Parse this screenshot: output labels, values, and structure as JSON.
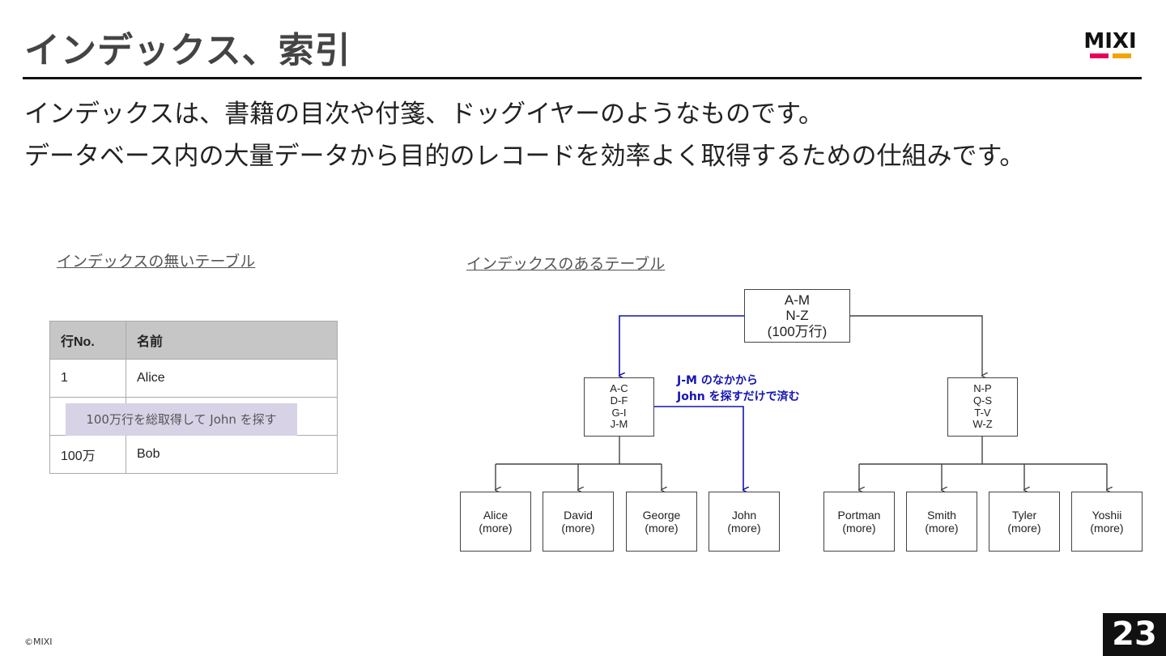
{
  "header": {
    "title": "インデックス、索引",
    "logo_text": "MIXI",
    "logo_colors": [
      "#111111",
      "#e6005a",
      "#f5a300"
    ]
  },
  "intro": {
    "line1": "インデックスは、書籍の目次や付箋、ドッグイヤーのようなものです。",
    "line2": "データベース内の大量データから目的のレコードを効率よく取得するための仕組みです。"
  },
  "no_index": {
    "heading": "インデックスの無いテーブル",
    "columns": [
      "行No.",
      "名前"
    ],
    "rows": [
      {
        "no": "1",
        "name": "Alice"
      },
      {
        "no": "",
        "name": ""
      },
      {
        "no": "100万",
        "name": "Bob"
      }
    ],
    "scan_note": "100万行を総取得して John を探す"
  },
  "with_index": {
    "heading": "インデックスのあるテーブル",
    "root": [
      "A-M",
      "N-Z",
      "(100万行)"
    ],
    "left_node": [
      "A-C",
      "D-F",
      "G-I",
      "J-M"
    ],
    "right_node": [
      "N-P",
      "Q-S",
      "T-V",
      "W-Z"
    ],
    "note_line1": "J-M のなかから",
    "note_line2": "John を探すだけで済む",
    "leaves": [
      {
        "name": "Alice",
        "more": "(more)"
      },
      {
        "name": "David",
        "more": "(more)"
      },
      {
        "name": "George",
        "more": "(more)"
      },
      {
        "name": "John",
        "more": "(more)"
      },
      {
        "name": "Portman",
        "more": "(more)"
      },
      {
        "name": "Smith",
        "more": "(more)"
      },
      {
        "name": "Tyler",
        "more": "(more)"
      },
      {
        "name": "Yoshii",
        "more": "(more)"
      }
    ],
    "highlight_color": "#1414b4"
  },
  "footer": {
    "copyright": "©MIXI",
    "page_number": "23"
  }
}
